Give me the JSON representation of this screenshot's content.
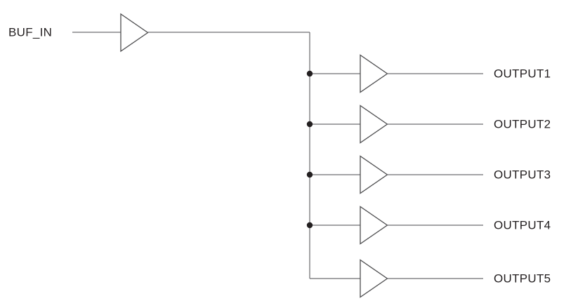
{
  "diagram": {
    "type": "schematic-buffer-fanout",
    "input": {
      "label": "BUF_IN"
    },
    "outputs": [
      {
        "label": "OUTPUT1"
      },
      {
        "label": "OUTPUT2"
      },
      {
        "label": "OUTPUT3"
      },
      {
        "label": "OUTPUT4"
      },
      {
        "label": "OUTPUT5"
      }
    ],
    "junction_dot_count": "4",
    "colors": {
      "wire": "#6d6e71",
      "symbol_outline": "#4d4d4f",
      "junction": "#231f20",
      "text": "#231f20",
      "background": "#ffffff"
    }
  }
}
